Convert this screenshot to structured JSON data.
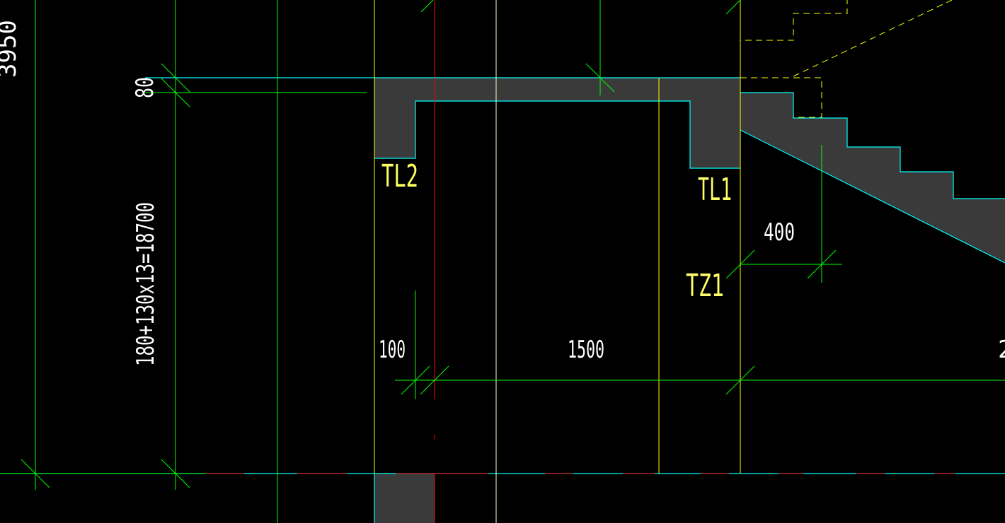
{
  "colors": {
    "background": "#000000",
    "dimension": "#00ff00",
    "structure": "#ffff00",
    "outline": "#00ffff",
    "axis": "#ff0000",
    "fill": "#3a3a3a",
    "label_text": "#ffff66",
    "dim_text": "#ffffff"
  },
  "labels": {
    "tl2": "TL2",
    "tl1": "TL1",
    "tz1": "TZ1"
  },
  "dimensions": {
    "total_height_partial": "3950",
    "slab_thickness": "80",
    "stair_formula": "180+130x13=18700",
    "column_width": "400",
    "edge_offset": "100",
    "landing_width": "1500",
    "next_dim_partial": "2"
  }
}
